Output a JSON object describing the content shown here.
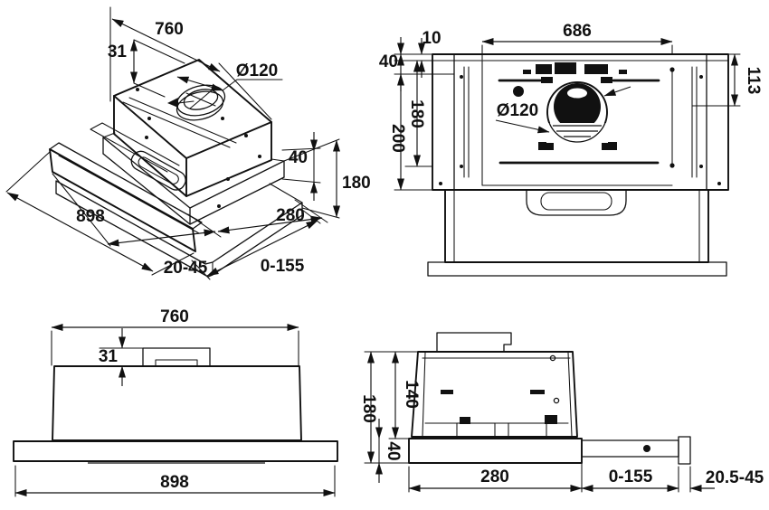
{
  "colors": {
    "line": "#111111",
    "background": "#ffffff"
  },
  "views": {
    "isometric": {
      "labels": {
        "width_top": "760",
        "chimney_step": "31",
        "duct_diameter": "Ø120",
        "flange_height": "40",
        "total_height": "180",
        "width_bottom": "898",
        "body_depth": "280",
        "front_panel_range": "20-45",
        "pullout_range": "0-155"
      }
    },
    "plan": {
      "labels": {
        "rear_gap": "10",
        "inner_width": "686",
        "rear_offset": "40",
        "side_offset": "113",
        "inner_depth": "180",
        "total_depth": "200",
        "duct_diameter": "Ø120"
      }
    },
    "front": {
      "labels": {
        "width_top": "760",
        "chimney_step": "31",
        "width_bottom": "898"
      }
    },
    "side": {
      "labels": {
        "total_height": "180",
        "body_height": "140",
        "base_height": "40",
        "body_depth": "280",
        "pullout_range": "0-155",
        "front_panel_range": "20.5-45"
      }
    }
  }
}
